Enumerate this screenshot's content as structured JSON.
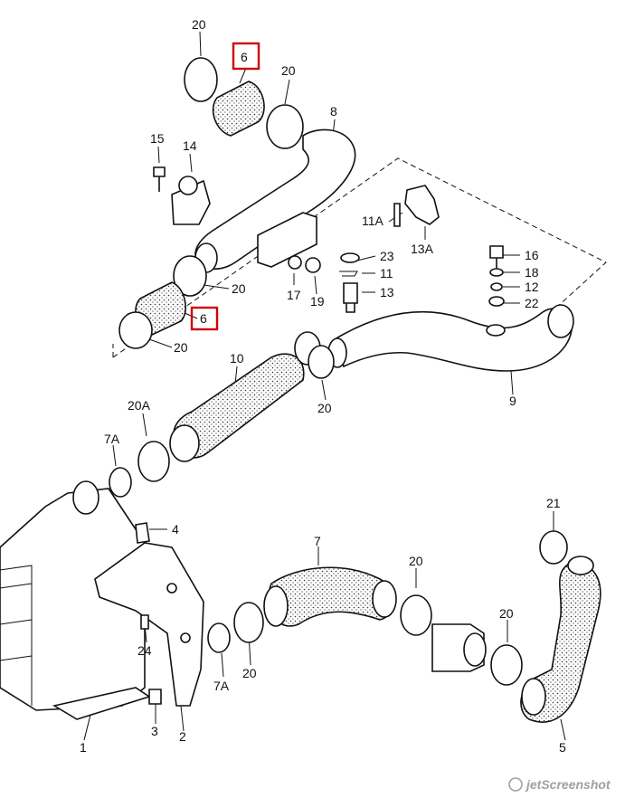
{
  "labels": {
    "p20_top": "20",
    "p6_top": "6",
    "p20_top_right": "20",
    "p8": "8",
    "p15": "15",
    "p14": "14",
    "p11a": "11A",
    "p13a": "13A",
    "p23": "23",
    "p11": "11",
    "p13": "13",
    "p20_mid": "20",
    "p17": "17",
    "p19": "19",
    "p6_bottom": "6",
    "p20_mid_low": "20",
    "p16": "16",
    "p18": "18",
    "p12": "12",
    "p22": "22",
    "p9": "9",
    "p10": "10",
    "p20a": "20A",
    "p20_center": "20",
    "p7a_top": "7A",
    "p4": "4",
    "p21": "21",
    "p7": "7",
    "p20_lower_mid": "20",
    "p20_lower_right": "20",
    "p24": "24",
    "p7a_bottom": "7A",
    "p20_lower_left": "20",
    "p3": "3",
    "p2": "2",
    "p1": "1",
    "p5": "5"
  },
  "highlight_color": "#d00000",
  "watermark": "jetScreenshot"
}
